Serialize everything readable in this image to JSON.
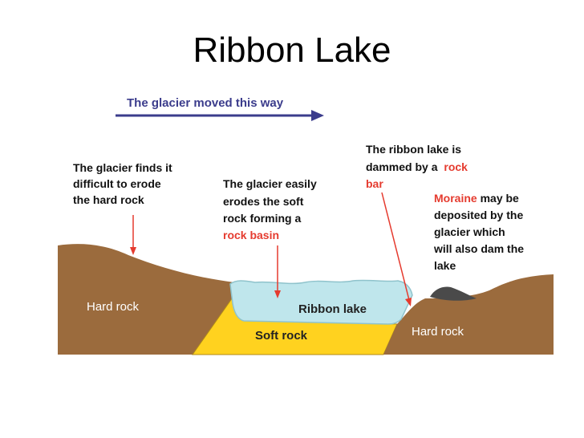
{
  "slide": {
    "title": "Ribbon Lake"
  },
  "direction": {
    "label": "The glacier moved this way"
  },
  "annotations": {
    "hard_rock_note": [
      "The glacier finds it",
      "difficult to erode",
      "the hard rock"
    ],
    "soft_rock_note": [
      "The glacier easily",
      "erodes the soft",
      "rock forming a"
    ],
    "soft_rock_highlight": "rock basin",
    "dam_note_lines": [
      "The ribbon lake is"
    ],
    "dam_note_line2": "dammed by a ",
    "dam_note_highlight_a": "rock",
    "dam_note_highlight_b": "bar",
    "moraine_highlight": "Moraine",
    "moraine_rest": " may be",
    "moraine_lines": [
      "deposited by the",
      "glacier which",
      "will also dam the",
      "lake"
    ]
  },
  "layers": {
    "hard_rock_left": "Hard rock",
    "ribbon_lake": "Ribbon lake",
    "soft_rock": "Soft rock",
    "hard_rock_right": "Hard rock"
  },
  "colors": {
    "rock": "#9B6B3D",
    "soft_rock": "#FFD21F",
    "lake": "#BFE6EC",
    "arrow_direction": "#3B3C8C",
    "arrow_pointer": "#E53B2F",
    "highlight": "#E53B2F",
    "moraine": "#4A4A4A"
  }
}
